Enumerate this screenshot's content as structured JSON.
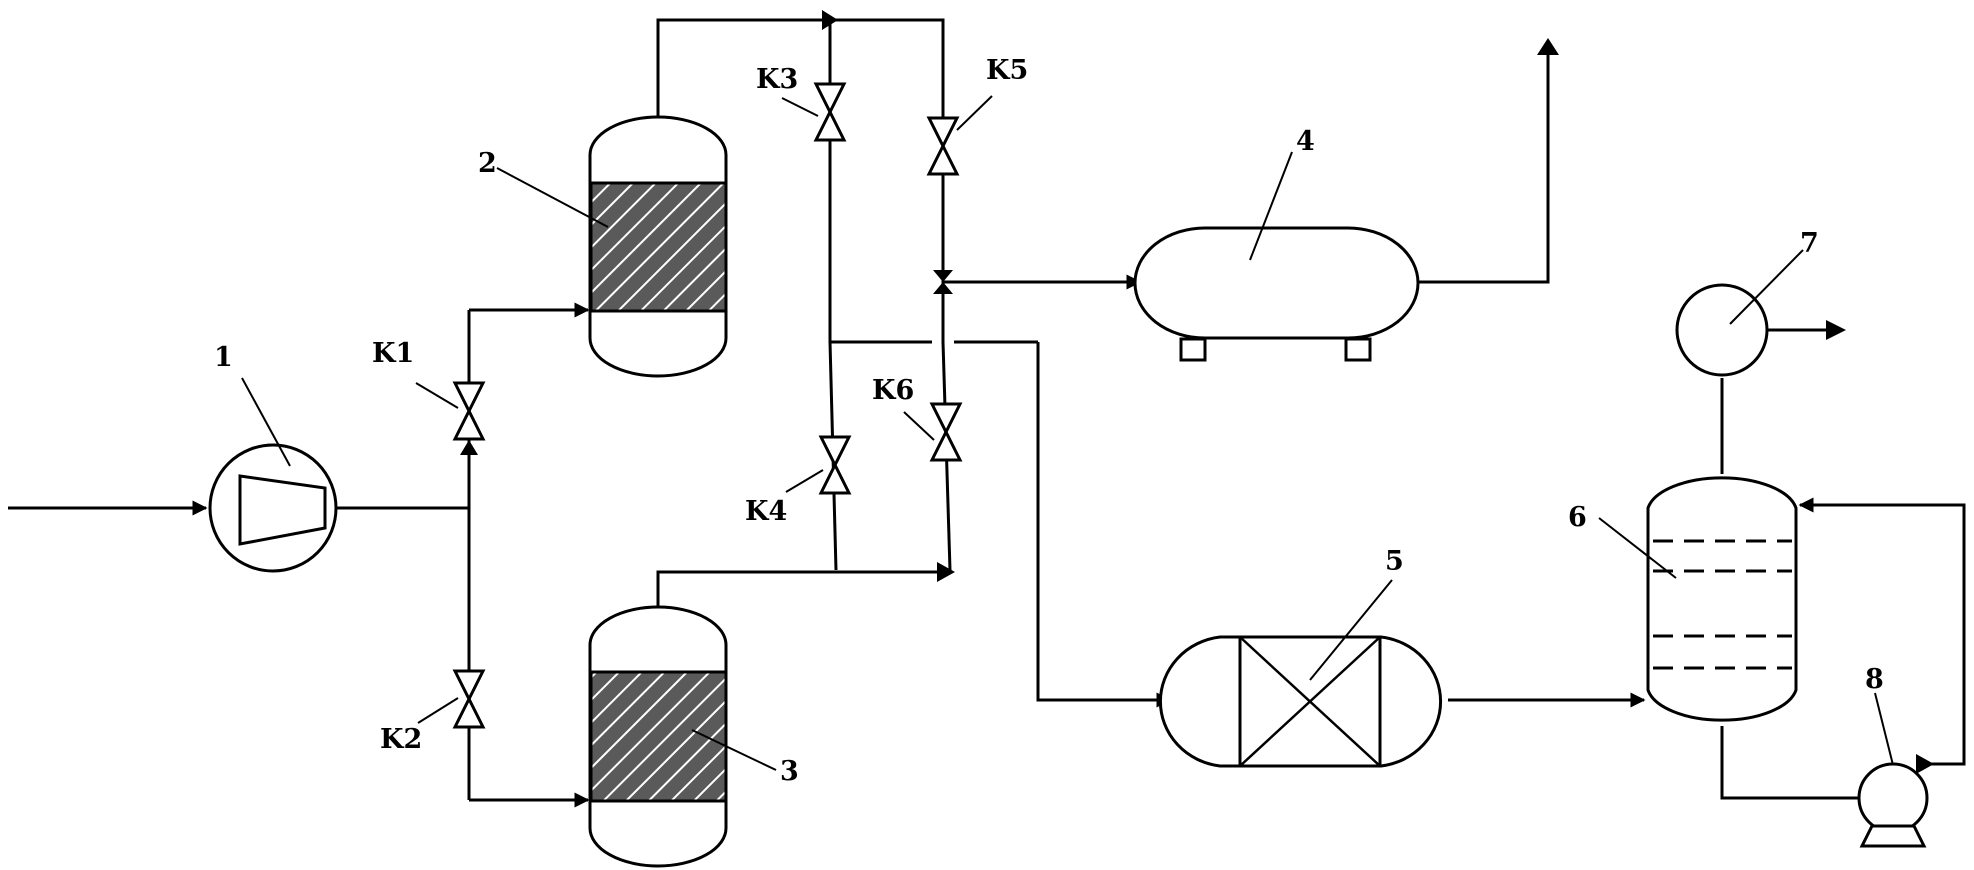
{
  "labels": {
    "compressor": "1",
    "adsorber_top": "2",
    "adsorber_bottom": "3",
    "product_tank": "4",
    "reactor": "5",
    "column": "6",
    "separator": "7",
    "pump": "8"
  },
  "valves": {
    "k1": "K1",
    "k2": "K2",
    "k3": "K3",
    "k4": "K4",
    "k5": "K5",
    "k6": "K6"
  }
}
